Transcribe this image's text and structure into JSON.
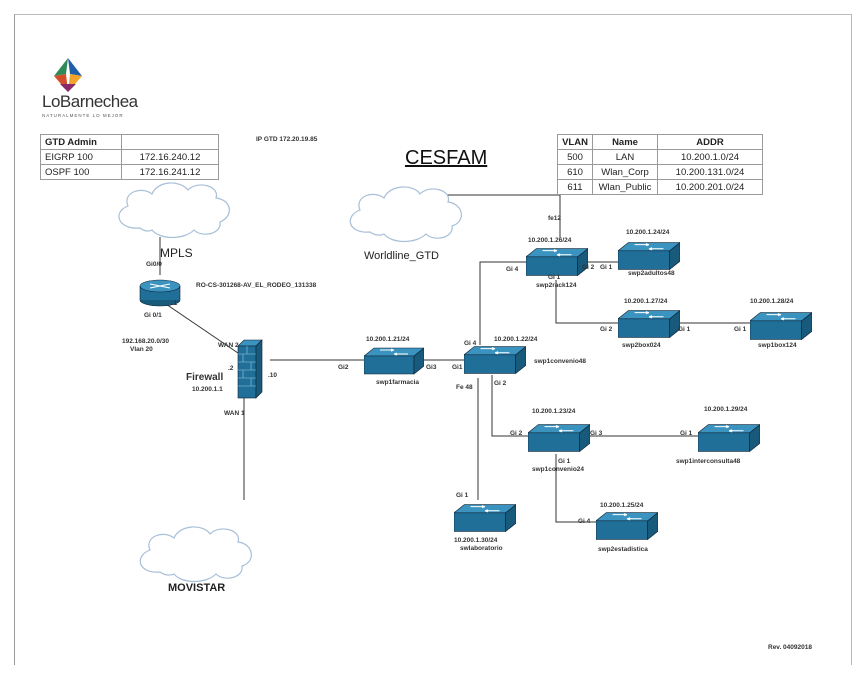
{
  "logo": {
    "name": "LoBarnechea",
    "tagline": "NATURALMENTE LO MEJOR"
  },
  "title": "CESFAM",
  "ip_gtd": "IP GTD 172.20.19.85",
  "gtd_table": {
    "header": "GTD Admin",
    "rows": [
      {
        "proto": "EIGRP 100",
        "ip": "172.16.240.12"
      },
      {
        "proto": "OSPF 100",
        "ip": "172.16.241.12"
      }
    ]
  },
  "vlan_table": {
    "headers": [
      "VLAN",
      "Name",
      "ADDR"
    ],
    "rows": [
      [
        "500",
        "LAN",
        "10.200.1.0/24"
      ],
      [
        "610",
        "Wlan_Corp",
        "10.200.131.0/24"
      ],
      [
        "611",
        "Wlan_Public",
        "10.200.201.0/24"
      ]
    ]
  },
  "clouds": {
    "mpls": "MPLS",
    "worldline": "Worldline_GTD",
    "movistar": "MOVISTAR"
  },
  "router": {
    "name": "RO-CS-301268-AV_EL_RODEO_131338",
    "port_top": "Gi0/0",
    "port_bottom": "Gi 0/1",
    "dot1": ".1",
    "wan_ip": "192.168.20.0/30",
    "wan_vlan": "Vlan 20"
  },
  "firewall": {
    "name": "Firewall",
    "ip": "10.200.1.1",
    "wan2": "WAN 2",
    "wan1": "WAN 1",
    "dot2": ".2",
    "dot10": ".10"
  },
  "switches": {
    "farmacia": {
      "ip": "10.200.1.21/24",
      "name": "swp1farmacia",
      "p_left": "Gi2",
      "p_right": "Gi3"
    },
    "convenio": {
      "ip": "10.200.1.22/24",
      "name": "swp1convenio48",
      "p_top": "Gi 4",
      "p_left": "Gi1",
      "p_bottom_left": "Fe 48",
      "p_bottom": "Gi 2"
    },
    "rack": {
      "ip": "10.200.1.26/24",
      "name": "swp2rack124",
      "p_top": "fe12",
      "p_left": "Gi 4",
      "p_bottom": "Gi 1",
      "p_right": "Gi 2"
    },
    "adultos": {
      "ip": "10.200.1.24/24",
      "name": "swp2adultos48",
      "p_left": "Gi 1"
    },
    "box": {
      "ip": "10.200.1.27/24",
      "name": "swp2box024",
      "p_left": "Gi 2",
      "p_right": "Gi 1"
    },
    "box1": {
      "ip": "10.200.1.28/24",
      "name": "swp1box124",
      "p_left": "Gi 1"
    },
    "convenio2": {
      "ip": "10.200.1.23/24",
      "name": "swp1convenio24",
      "p_left": "Gi 2",
      "p_right": "Gi 3",
      "p_bottom": "Gi 1"
    },
    "interconsulta": {
      "ip": "10.200.1.29/24",
      "name": "swp1interconsulta48",
      "p_left": "Gi 1"
    },
    "esterilizacion": {
      "ip": "10.200.1.30/24",
      "name": "swlaboratorio",
      "p_top": "Gi 1"
    },
    "estadistica": {
      "ip": "10.200.1.25/24",
      "name": "swp2estadistica",
      "p_left": "Gi 4"
    }
  },
  "revision": "Rev. 04092018",
  "colors": {
    "device": "#1f6f99",
    "device_top": "#3b93bf",
    "line": "#333333",
    "cloud_stroke": "#a8bfd8"
  }
}
